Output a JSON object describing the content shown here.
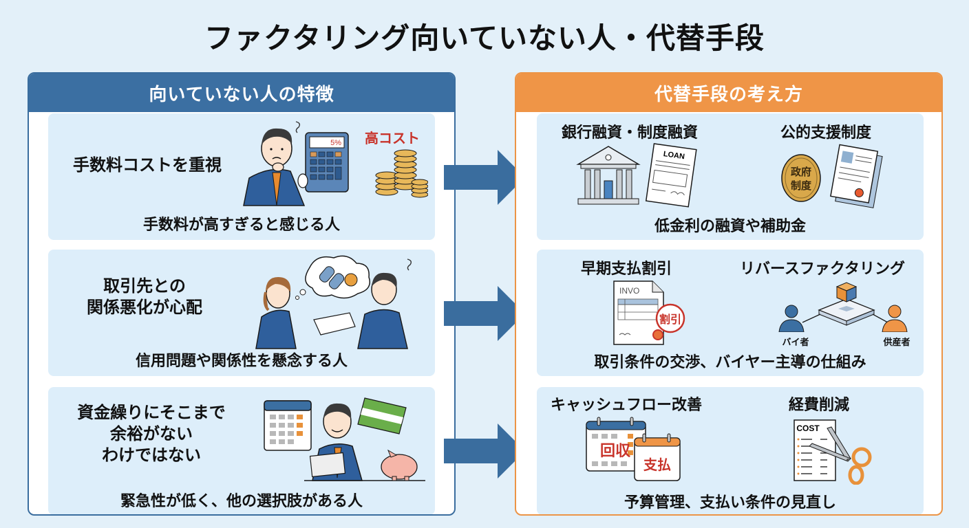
{
  "title": "ファクタリング向いていない人・代替手段",
  "left_panel": {
    "header": "向いていない人の特徴",
    "cards": [
      {
        "title": "手数料コストを重視",
        "subtitle": "手数料が高すぎると感じる人",
        "illustration": "worried-businessman-with-calculator",
        "calculator_display": "5%",
        "tag": "高コスト"
      },
      {
        "title_lines": [
          "取引先との",
          "関係悪化が心配"
        ],
        "subtitle": "信用問題や関係性を懸念する人",
        "illustration": "two-businesspeople-exchanging-document-broken-chain"
      },
      {
        "title_lines": [
          "資金繰りにそこまで",
          "余裕がない",
          "わけではない"
        ],
        "subtitle": "緊急性が低く、他の選択肢がある人",
        "illustration": "calm-businessman-with-calendar-bankbook-piggybank"
      }
    ]
  },
  "right_panel": {
    "header": "代替手段の考え方",
    "cards": [
      {
        "items": [
          {
            "label": "銀行融資・制度融資",
            "icon": "bank-building-and-loan-document",
            "doc_text": "LOAN"
          },
          {
            "label": "公的支援制度",
            "icon": "government-seal-and-document",
            "seal_text": [
              "政府",
              "制度"
            ]
          }
        ],
        "subtitle": "低金利の融資や補助金"
      },
      {
        "items": [
          {
            "label": "早期支払割引",
            "icon": "invoice-with-discount-stamp",
            "doc_text": "INVO",
            "stamp_text": "割引"
          },
          {
            "label": "リバースファクタリング",
            "icon": "buyer-platform-supplier",
            "buyer": "バイ者",
            "supplier": "供産者"
          }
        ],
        "subtitle": "取引条件の交渉、バイヤー主導の仕組み"
      },
      {
        "items": [
          {
            "label": "キャッシュフロー改善",
            "icon": "collection-payment-calendars",
            "cal1": "回収",
            "cal2": "支払"
          },
          {
            "label": "経費削減",
            "icon": "cost-sheet-with-scissors",
            "doc_text": "COST"
          }
        ],
        "subtitle": "予算管理、支払い条件の見直し"
      }
    ]
  },
  "colors": {
    "background": "#e3f0f9",
    "left_accent": "#3b6fa2",
    "right_accent": "#ef9547",
    "card_bg": "#ddeefa",
    "arrow": "#3a6d9e",
    "red_text": "#c8342b"
  }
}
